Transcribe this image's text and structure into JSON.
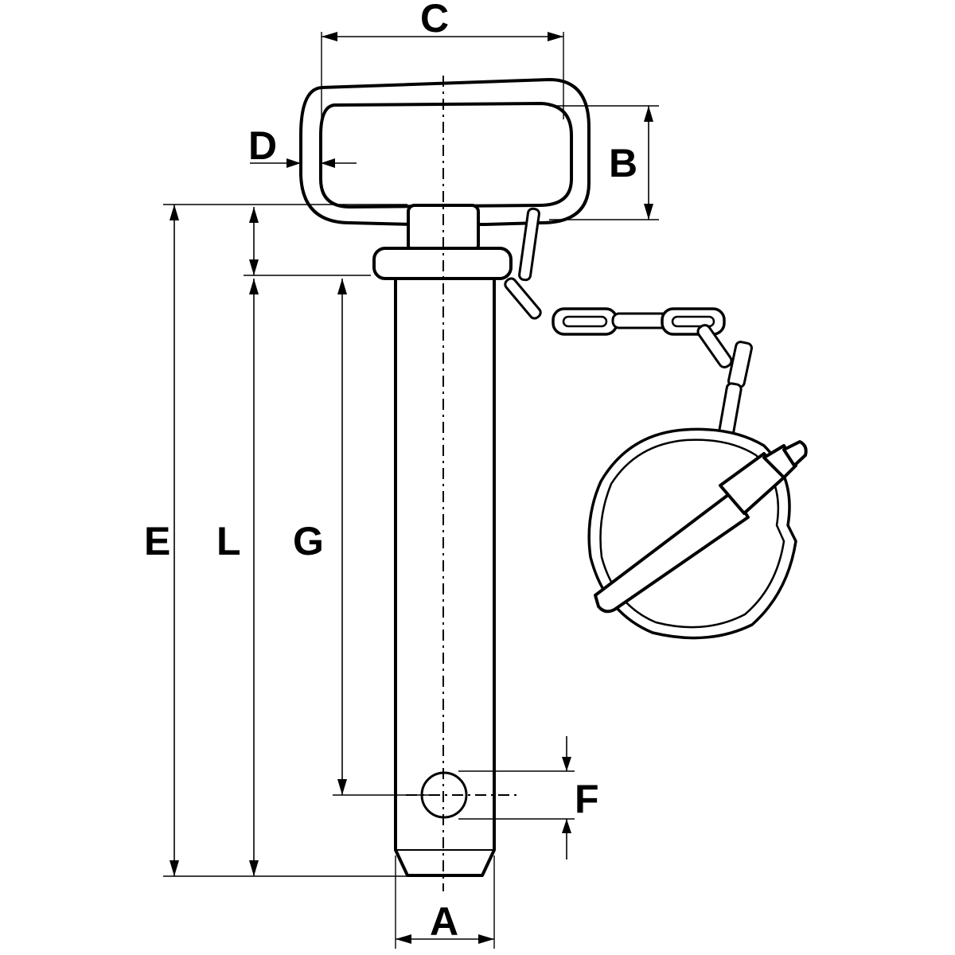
{
  "labels": {
    "a": "A",
    "b": "B",
    "c": "C",
    "d": "D",
    "e": "E",
    "f": "F",
    "g": "G",
    "l": "L"
  }
}
